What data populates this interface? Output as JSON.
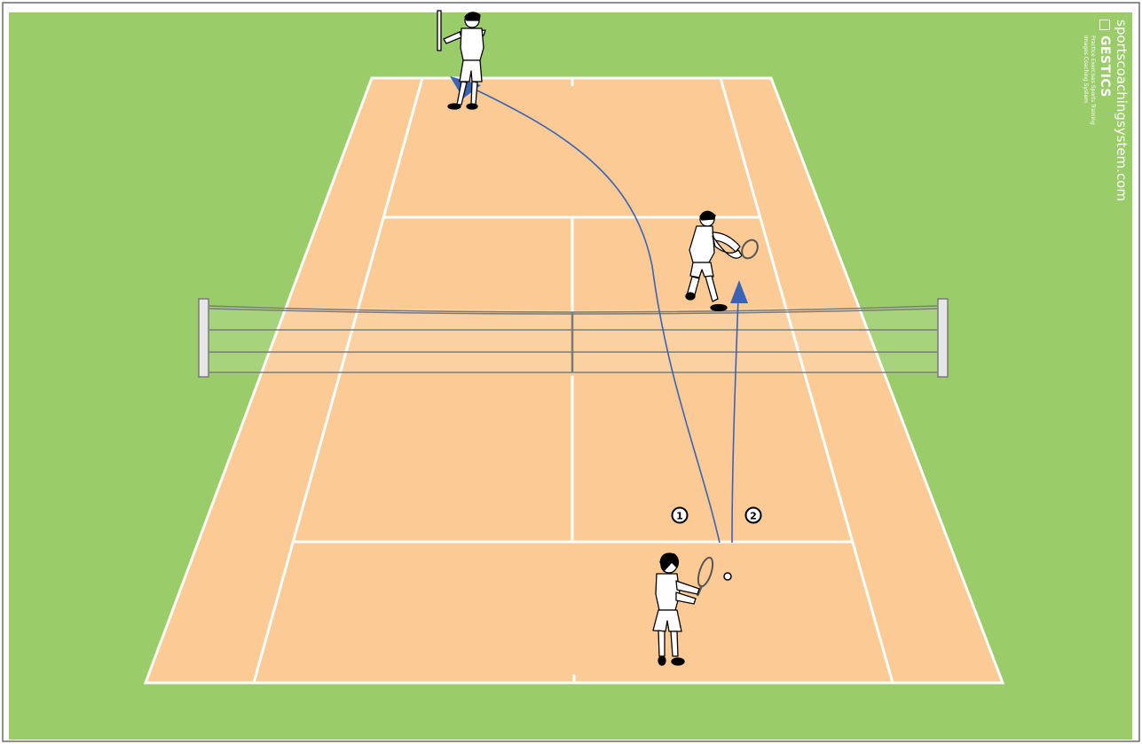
{
  "branding": {
    "website": "sportscoachingsystem.com",
    "name": "GESTICS",
    "tagline_1": "Practice Exercises Sports Training",
    "tagline_2": "Images Coaching System",
    "logo_icon": "gestics-logo-icon"
  },
  "diagram": {
    "step_1": "1",
    "step_2": "2"
  },
  "colors": {
    "grass": "#9acd6a",
    "court": "#fccb95",
    "lines": "#ffffff",
    "arrow": "#3366bb",
    "frame": "#6b6b6b"
  }
}
